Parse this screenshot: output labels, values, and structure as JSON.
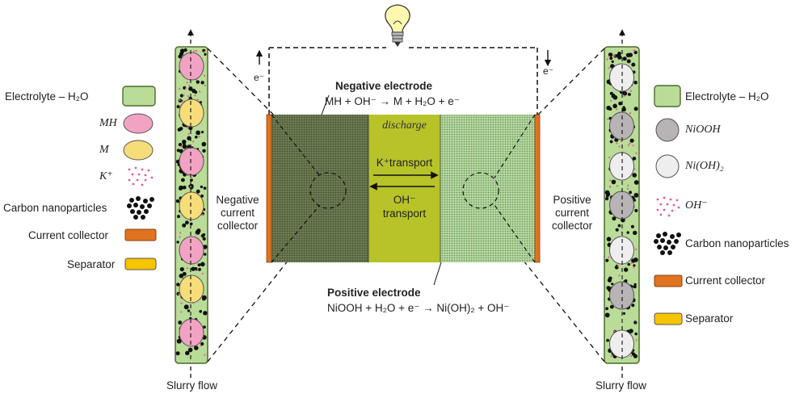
{
  "diagram": {
    "electron_left": "e⁻",
    "electron_right": "e⁻",
    "negative_electrode": {
      "title": "Negative electrode",
      "equation": "MH + OH⁻ → M + H₂O + e⁻"
    },
    "positive_electrode": {
      "title": "Positive electrode",
      "equation": "NiOOH + H₂O + e⁻ → Ni(OH)₂ + OH⁻"
    },
    "discharge": "discharge",
    "k_transport": "K⁺transport",
    "oh_transport_1": "OH⁻",
    "oh_transport_2": "transport",
    "neg_collector": [
      "Negative",
      "current",
      "collector"
    ],
    "pos_collector": [
      "Positive",
      "current",
      "collector"
    ],
    "slurry_flow_left": "Slurry flow",
    "slurry_flow_right": "Slurry flow",
    "colors": {
      "electrolyte": "#b9dc98",
      "mh": "#f2a3c3",
      "m": "#f7dd7a",
      "nickel_oxyhydroxide": "#b8b3b5",
      "nickel_hydroxide": "#eeeeee",
      "collector": "#e0731f",
      "separator": "#f6c400",
      "neg_electrode": "#5e6b45",
      "membrane": "#b7c328",
      "pos_electrode": "#9fc48a",
      "ion": "#e35f86"
    }
  },
  "legend_left": [
    {
      "key": "electrolyte",
      "label": "Electrolyte – H₂O"
    },
    {
      "key": "mh",
      "label": "MH"
    },
    {
      "key": "m",
      "label": "M"
    },
    {
      "key": "k",
      "label": "K⁺"
    },
    {
      "key": "carbon",
      "label": "Carbon nanoparticles"
    },
    {
      "key": "collector",
      "label": "Current collector"
    },
    {
      "key": "separator",
      "label": "Separator"
    }
  ],
  "legend_right": [
    {
      "key": "electrolyte",
      "label": "Electrolyte – H₂O"
    },
    {
      "key": "nickel_oxyhydroxide",
      "label": "NiOOH"
    },
    {
      "key": "nickel_hydroxide",
      "label": "Ni(OH)₂"
    },
    {
      "key": "oh",
      "label": "OH⁻"
    },
    {
      "key": "carbon",
      "label": "Carbon nanoparticles"
    },
    {
      "key": "collector",
      "label": "Current collector"
    },
    {
      "key": "separator",
      "label": "Separator"
    }
  ]
}
